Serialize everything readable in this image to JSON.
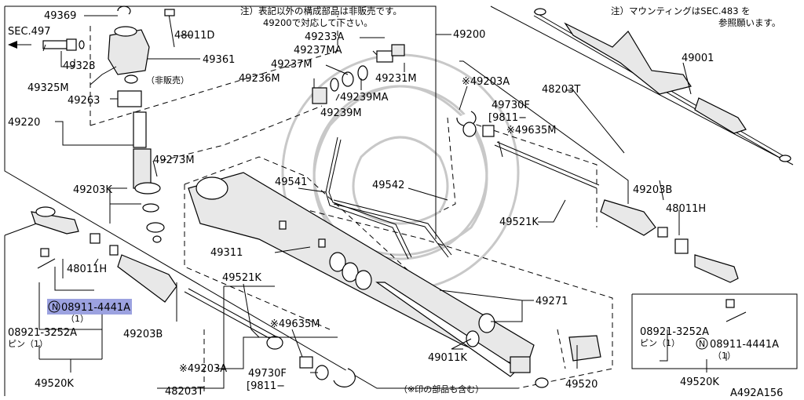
{
  "diagram": {
    "drawing_code": "A492A156",
    "notes": {
      "left_line1": "注）表記以外の構成部品は非販売です。",
      "left_line2": "49200で対応して下さい。",
      "right_line1": "注）マウンティングはSEC.483 を",
      "right_line2": "参照願います。"
    },
    "sec_ref": "SEC.497",
    "labels": {
      "p49369": "49369",
      "p48011D": "48011D",
      "p49361": "49361",
      "p49328": "49328",
      "p49325M": "49325M",
      "p49263": "49263",
      "p49220": "49220",
      "hihanbai": "（非販売）",
      "p49233A": "49233A",
      "p49237MA": "49237MA",
      "p49237M": "49237M",
      "p49236M": "49236M",
      "p49239MA": "49239MA",
      "p49239M": "49239M",
      "p49231M": "49231M",
      "p49200": "49200",
      "p49001": "49001",
      "p49203A_r": "※49203A",
      "p48203T_r": "48203T",
      "p49730F_r": "49730F",
      "p9811_r": "[9811−",
      "p49635M_r": "※49635M",
      "p49273M": "49273M",
      "p49203K": "49203K",
      "p49541": "49541",
      "p49542": "49542",
      "p49521K_r": "49521K",
      "p49203B_r": "49203B",
      "p48011H_r": "48011H",
      "p49311": "49311",
      "p48011H_l": "48011H",
      "p08911_l": "08911-4441A",
      "p08911_l_qty": "（1）",
      "p08921_l": "08921-3252A",
      "p08921_l_pin": "ピン（1）",
      "p49520K_l": "49520K",
      "p49203B_l": "49203B",
      "p49521K_l": "49521K",
      "p49635M_l": "※49635M",
      "p49730F_l": "49730F",
      "p9811_l": "[9811−",
      "p49203A_l": "※49203A",
      "p48203T_l": "48203T",
      "p49271": "49271",
      "p49011K": "49011K",
      "p49011K_note": "（※印の部品も含む）",
      "p49520": "49520",
      "p08921_r": "08921-3252A",
      "p08921_r_pin": "ピン（1）",
      "p08911_r": "08911-4441A",
      "p08911_r_qty": "（1）",
      "p49520K_r": "49520K",
      "n_mark": "N"
    }
  }
}
